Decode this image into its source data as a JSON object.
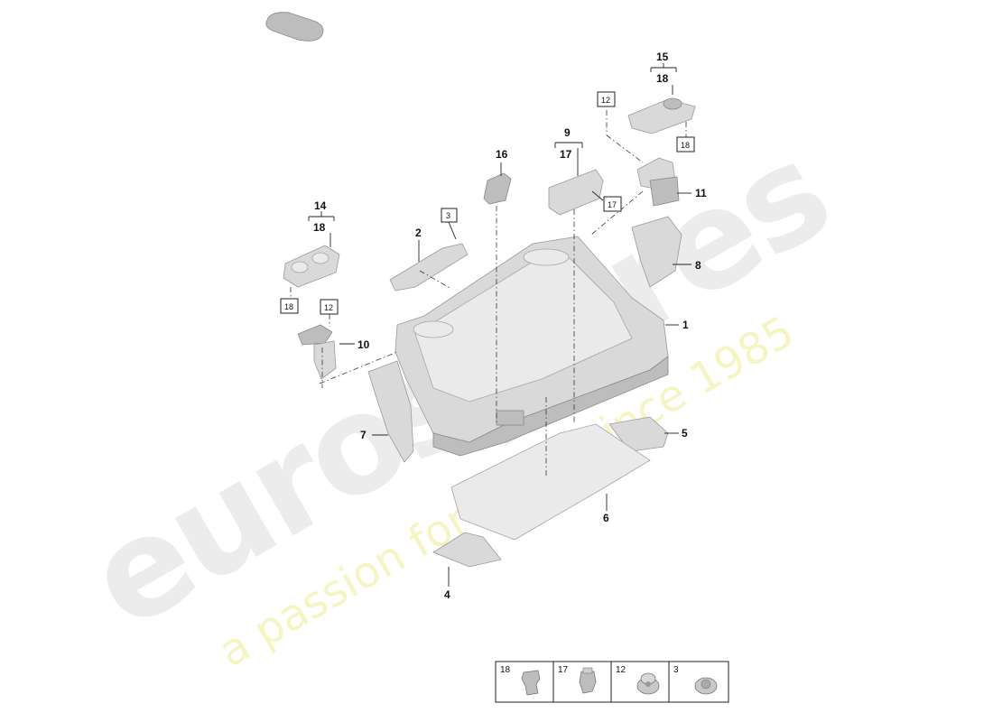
{
  "watermark": {
    "brand": "eurospares",
    "slogan": "a passion for parts since 1985"
  },
  "callouts": {
    "c1": "1",
    "c2": "2",
    "c4": "4",
    "c5": "5",
    "c6": "6",
    "c7": "7",
    "c8": "8",
    "c9": "9",
    "c10": "10",
    "c11": "11",
    "c14": "14",
    "c15": "15",
    "c16": "16",
    "c17a": "17",
    "c18a": "18",
    "c18b": "18"
  },
  "boxed_refs": {
    "b3": "3",
    "b12a": "12",
    "b12b": "12",
    "b17": "17",
    "b18a": "18",
    "b18b": "18"
  },
  "legend": [
    {
      "number": "18",
      "icon": "clip-fastener-icon"
    },
    {
      "number": "17",
      "icon": "clip-fastener-icon"
    },
    {
      "number": "12",
      "icon": "nut-fastener-icon"
    },
    {
      "number": "3",
      "icon": "nut-fastener-icon"
    }
  ]
}
